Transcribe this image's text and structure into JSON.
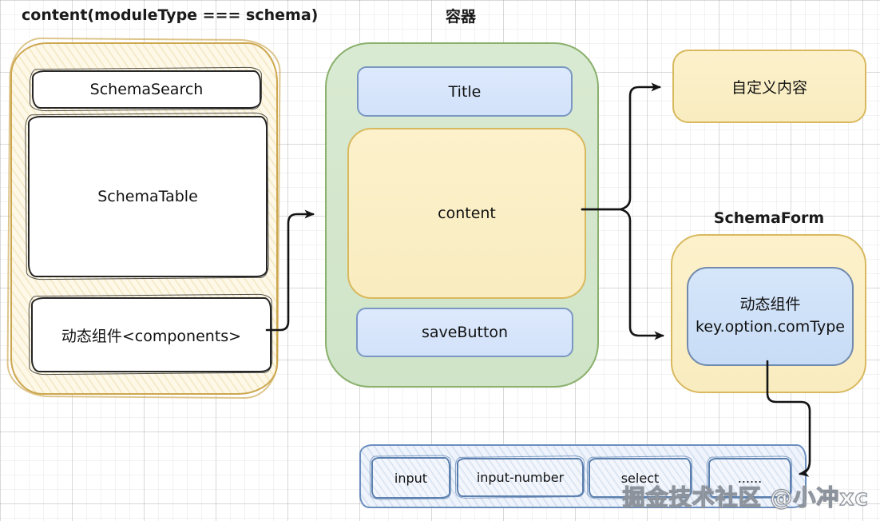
{
  "page": {
    "left_group_title": "content(moduleType === schema)",
    "container_group_title": "容器",
    "schema_form_title": "SchemaForm",
    "watermark": "掘金技术社区 @小冲xc"
  },
  "left_panel": {
    "search": "SchemaSearch",
    "table": "SchemaTable",
    "components": "动态组件<components>"
  },
  "container": {
    "title": "Title",
    "content": "content",
    "save": "saveButton"
  },
  "custom_content": "自定义内容",
  "schema_form": {
    "line1": "动态组件",
    "line2": "key.option.comType"
  },
  "palette": {
    "items": [
      "input",
      "input-number",
      "select",
      "......"
    ]
  },
  "colors": {
    "yellow_border": "#d6b656",
    "yellow_fill": "#fff2cc",
    "green_border": "#82b366",
    "green_fill": "#d5e8d4",
    "blue_border": "#6c8ebf",
    "blue_fill": "#dae8fc",
    "ink": "#1a1a1a"
  }
}
